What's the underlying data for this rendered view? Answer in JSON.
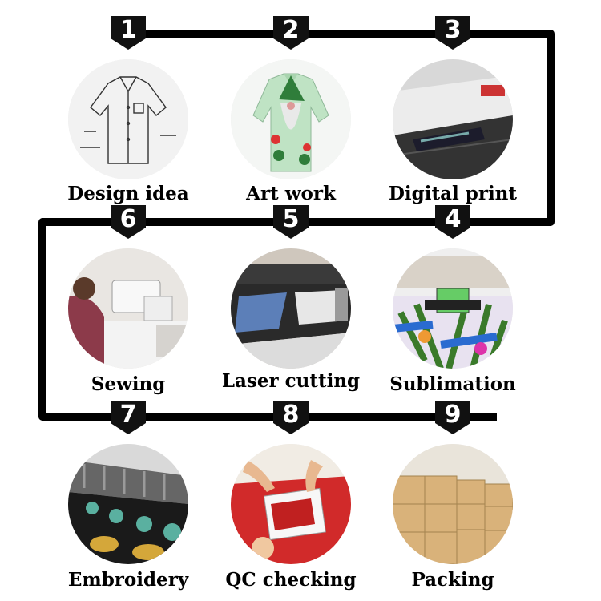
{
  "steps": [
    {
      "number": "1",
      "label": "Design idea",
      "image": "shirt-sketch"
    },
    {
      "number": "2",
      "label": "Art work",
      "image": "gnome-print-shirt"
    },
    {
      "number": "3",
      "label": "Digital print",
      "image": "digital-printer"
    },
    {
      "number": "4",
      "label": "Sublimation",
      "image": "sublimation-machine"
    },
    {
      "number": "5",
      "label": "Laser cutting",
      "image": "laser-cutter"
    },
    {
      "number": "6",
      "label": "Sewing",
      "image": "sewing-workers"
    },
    {
      "number": "7",
      "label": "Embroidery",
      "image": "embroidery-machine"
    },
    {
      "number": "8",
      "label": "QC checking",
      "image": "qc-inspection"
    },
    {
      "number": "9",
      "label": "Packing",
      "image": "carton-boxes"
    }
  ],
  "colors": {
    "line": "#000000",
    "badge": "#111111",
    "badge_text": "#ffffff"
  }
}
